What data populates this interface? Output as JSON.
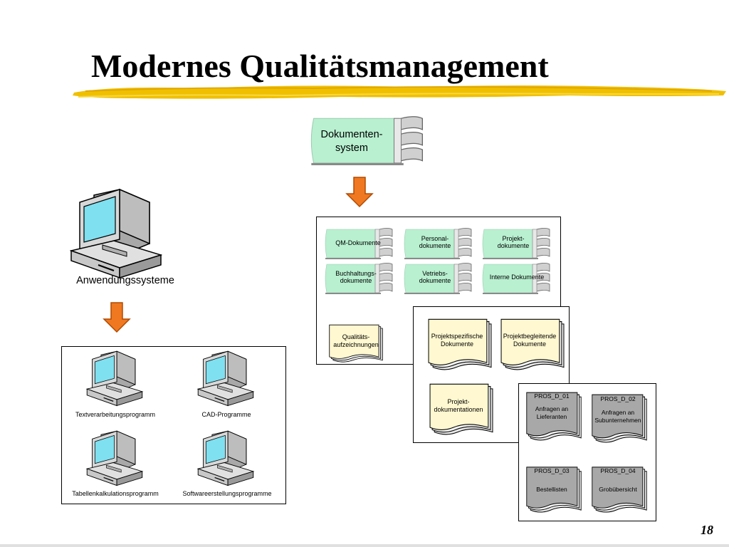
{
  "slide": {
    "title": "Modernes Qualitätsmanagement",
    "page_number": "18"
  },
  "dokumentensystem": {
    "label_line1": "Dokumenten-",
    "label_line2": "system"
  },
  "anwendungssysteme": {
    "label": "Anwendungssysteme",
    "programs": [
      {
        "label": "Textverarbeitungsprogramm"
      },
      {
        "label": "CAD-Programme"
      },
      {
        "label": "Tabellenkalkulationsprogramm"
      },
      {
        "label": "Softwareerstellungsprogramme"
      }
    ]
  },
  "dokumente": {
    "binders": [
      {
        "line1": "QM-Dokumente",
        "line2": ""
      },
      {
        "line1": "Personal-",
        "line2": "dokumente"
      },
      {
        "line1": "Projekt-",
        "line2": "dokumente"
      },
      {
        "line1": "Buchhaltungs-",
        "line2": "dokumente"
      },
      {
        "line1": "Vetriebs-",
        "line2": "dokumente"
      },
      {
        "line1": "Interne Dokumente",
        "line2": ""
      }
    ],
    "qualitaet": {
      "line1": "Qualitäts-",
      "line2": "aufzeichnungen"
    }
  },
  "projekt": {
    "sheets": [
      {
        "line1": "Projektspezifische",
        "line2": "Dokumente"
      },
      {
        "line1": "Projektbegleitende",
        "line2": "Dokumente"
      },
      {
        "line1": "Projekt-",
        "line2": "dokumentationen"
      }
    ]
  },
  "pros": {
    "items": [
      {
        "code": "PROS_D_01",
        "line1": "Anfragen an",
        "line2": "Lieferanten"
      },
      {
        "code": "PROS_D_02",
        "line1": "Anfragen an",
        "line2": "Subunternehmen"
      },
      {
        "code": "PROS_D_03",
        "line1": "Bestellisten",
        "line2": ""
      },
      {
        "code": "PROS_D_04",
        "line1": "Grobübersicht",
        "line2": ""
      }
    ]
  },
  "colors": {
    "arrow_fill": "#f07820",
    "arrow_stroke": "#b04a00",
    "binder_fill": "#b8f0d0",
    "screen_fill": "#7fe0f0",
    "sheet_fill": "#fff8d0",
    "gray_sheet_fill": "#a8a8a8",
    "brush": "#f0c000"
  }
}
